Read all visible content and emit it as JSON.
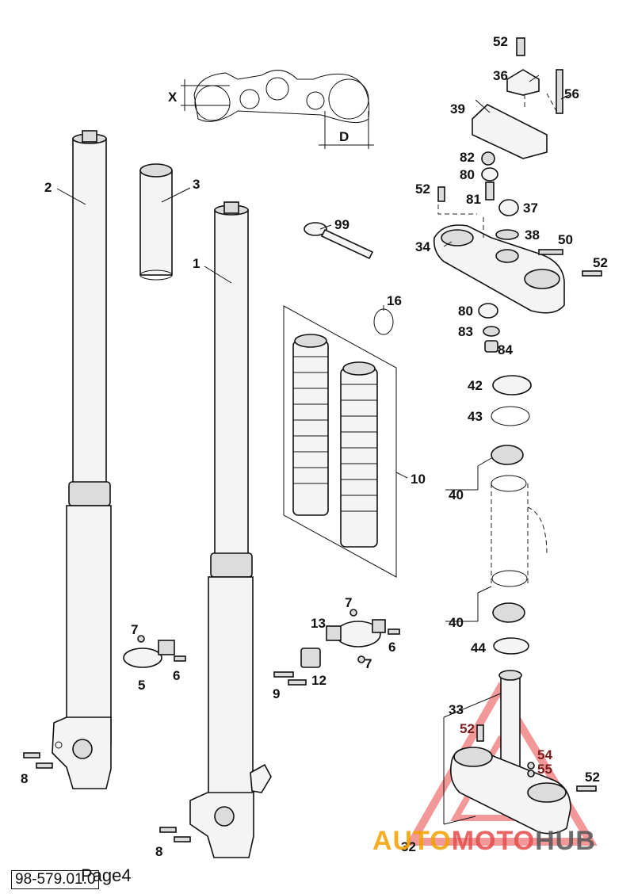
{
  "diagram": {
    "dimension_labels": {
      "x": "X",
      "d": "D"
    },
    "callouts": [
      {
        "id": "c52a",
        "text": "52"
      },
      {
        "id": "c36",
        "text": "36"
      },
      {
        "id": "c56",
        "text": "56"
      },
      {
        "id": "c39",
        "text": "39"
      },
      {
        "id": "c82",
        "text": "82"
      },
      {
        "id": "c80a",
        "text": "80"
      },
      {
        "id": "c52b",
        "text": "52"
      },
      {
        "id": "c81",
        "text": "81"
      },
      {
        "id": "c37",
        "text": "37"
      },
      {
        "id": "c38",
        "text": "38"
      },
      {
        "id": "c34",
        "text": "34"
      },
      {
        "id": "c50",
        "text": "50"
      },
      {
        "id": "c52c",
        "text": "52"
      },
      {
        "id": "c80b",
        "text": "80"
      },
      {
        "id": "c83",
        "text": "83"
      },
      {
        "id": "c84",
        "text": "84"
      },
      {
        "id": "c42",
        "text": "42"
      },
      {
        "id": "c43",
        "text": "43"
      },
      {
        "id": "c40a",
        "text": "40"
      },
      {
        "id": "c40b",
        "text": "40"
      },
      {
        "id": "c44",
        "text": "44"
      },
      {
        "id": "c33",
        "text": "33"
      },
      {
        "id": "c52d",
        "text": "52"
      },
      {
        "id": "c54",
        "text": "54"
      },
      {
        "id": "c55",
        "text": "55"
      },
      {
        "id": "c52e",
        "text": "52"
      },
      {
        "id": "c32",
        "text": "32"
      },
      {
        "id": "c2",
        "text": "2"
      },
      {
        "id": "c3",
        "text": "3"
      },
      {
        "id": "c1",
        "text": "1"
      },
      {
        "id": "c99",
        "text": "99"
      },
      {
        "id": "c16",
        "text": "16"
      },
      {
        "id": "c10",
        "text": "10"
      },
      {
        "id": "c7a",
        "text": "7"
      },
      {
        "id": "c5",
        "text": "5"
      },
      {
        "id": "c6a",
        "text": "6"
      },
      {
        "id": "c13",
        "text": "13"
      },
      {
        "id": "c7b",
        "text": "7"
      },
      {
        "id": "c6b",
        "text": "6"
      },
      {
        "id": "c7c",
        "text": "7"
      },
      {
        "id": "c12",
        "text": "12"
      },
      {
        "id": "c9",
        "text": "9"
      },
      {
        "id": "c8a",
        "text": "8"
      },
      {
        "id": "c8b",
        "text": "8"
      }
    ]
  },
  "footer": {
    "drawing_number": "98-579.01.0",
    "page_label": "Page4"
  },
  "watermark": {
    "part1": "AUTO",
    "part2": "MOTO",
    "part3": "HUB",
    "colors": {
      "auto": "#f2a100",
      "moto": "#e44c4c",
      "hub": "#555555",
      "triangle": "#e84545"
    }
  }
}
